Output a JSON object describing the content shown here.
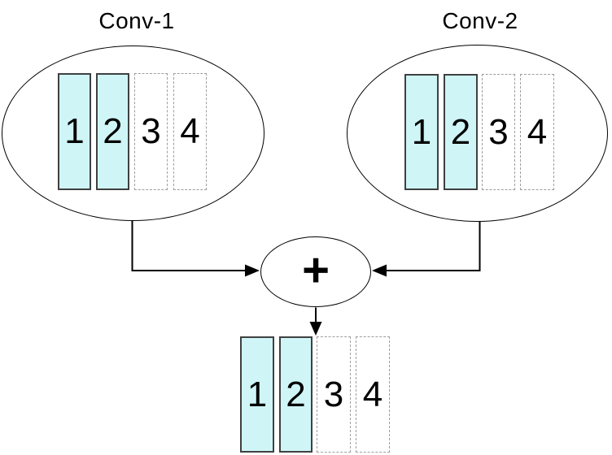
{
  "figure": {
    "operator_label": "+",
    "groups": [
      {
        "id": "conv1",
        "title": "Conv-1",
        "channels": [
          {
            "label": "1",
            "active": true
          },
          {
            "label": "2",
            "active": true
          },
          {
            "label": "3",
            "active": false
          },
          {
            "label": "4",
            "active": false
          }
        ]
      },
      {
        "id": "conv2",
        "title": "Conv-2",
        "channels": [
          {
            "label": "1",
            "active": true
          },
          {
            "label": "2",
            "active": true
          },
          {
            "label": "3",
            "active": false
          },
          {
            "label": "4",
            "active": false
          }
        ]
      },
      {
        "id": "sum-output",
        "channels": [
          {
            "label": "1",
            "active": true
          },
          {
            "label": "2",
            "active": true
          },
          {
            "label": "3",
            "active": false
          },
          {
            "label": "4",
            "active": false
          }
        ]
      }
    ]
  },
  "colors": {
    "background": "#FFFFFF",
    "active_channel_fill": "#CFF5F7",
    "active_channel_border": "#404040",
    "pruned_channel_border": "#9E9E9E",
    "line_color": "#000000",
    "text_color": "#000000"
  }
}
